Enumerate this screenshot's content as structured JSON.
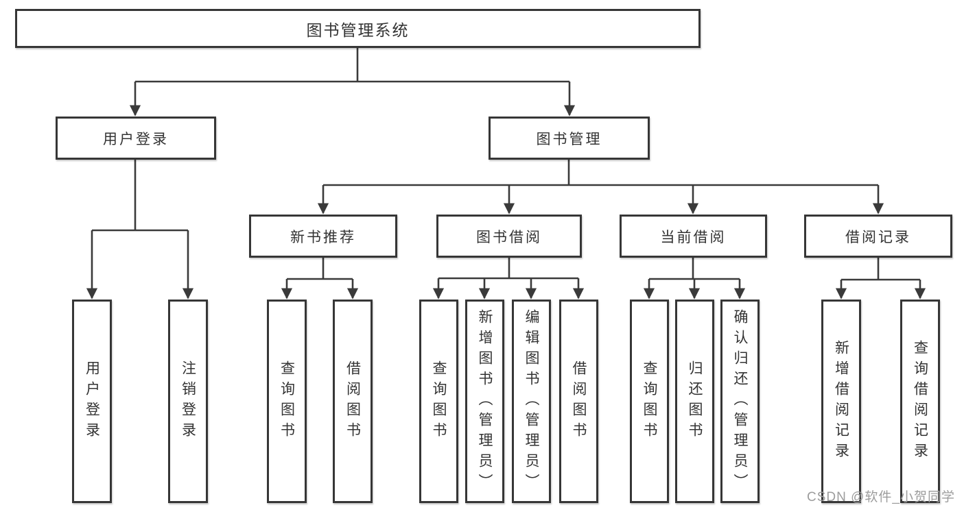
{
  "tree": {
    "root": {
      "label": "图书管理系统"
    },
    "branches": [
      {
        "label": "用户登录",
        "leaves": [
          {
            "label": "用户登录"
          },
          {
            "label": "注销登录"
          }
        ]
      },
      {
        "label": "图书管理",
        "sections": [
          {
            "label": "新书推荐",
            "leaves": [
              {
                "label": "查询图书"
              },
              {
                "label": "借阅图书"
              }
            ]
          },
          {
            "label": "图书借阅",
            "leaves": [
              {
                "label": "查询图书"
              },
              {
                "label": "新增图书（管理员）"
              },
              {
                "label": "编辑图书（管理员）"
              },
              {
                "label": "借阅图书"
              }
            ]
          },
          {
            "label": "当前借阅",
            "leaves": [
              {
                "label": "查询图书"
              },
              {
                "label": "归还图书"
              },
              {
                "label": "确认归还（管理员）"
              }
            ]
          },
          {
            "label": "借阅记录",
            "leaves": [
              {
                "label": "新增借阅记录"
              },
              {
                "label": "查询借阅记录"
              }
            ]
          }
        ]
      }
    ]
  },
  "watermark": {
    "text": "CSDN @软件_小贺同学"
  },
  "colors": {
    "line": "#3a3a3a",
    "box_border": "#363636",
    "text": "#333333",
    "watermark": "#9c9c9c",
    "background": "#ffffff"
  }
}
